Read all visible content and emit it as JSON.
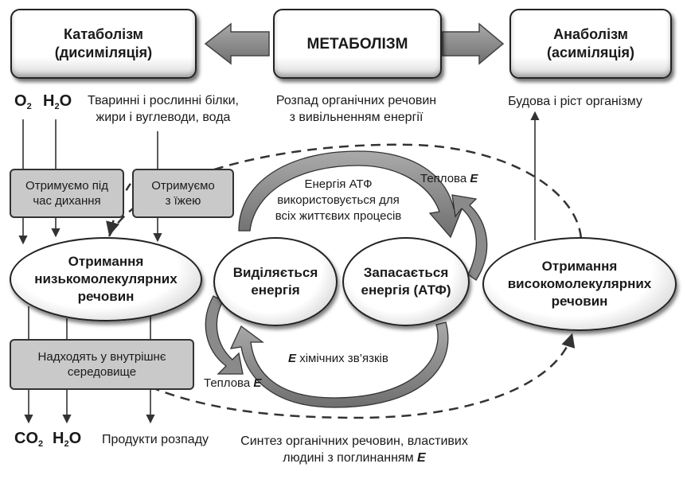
{
  "top": {
    "catabolism": {
      "line1": "Катаболізм",
      "line2": "(дисиміляція)"
    },
    "metabolism": {
      "label": "МЕТАБОЛІЗМ"
    },
    "anabolism": {
      "line1": "Анаболізм",
      "line2": "(асиміляція)"
    }
  },
  "captions": {
    "metabolism_desc": {
      "line1": "Розпад органічних речовин",
      "line2": "з вивільненням енергії"
    },
    "anabolism_desc": "Будова і ріст організму",
    "food_sources": {
      "line1": "Тваринні і рослинні білки,",
      "line2": "жири і вуглеводи, вода"
    }
  },
  "inputs": {
    "o2": {
      "base": "O",
      "sub": "2"
    },
    "h2o": {
      "pre": "H",
      "sub": "2",
      "post": "O"
    }
  },
  "outputs": {
    "co2": {
      "pre": "CO",
      "sub": "2"
    },
    "h2o": {
      "pre": "H",
      "sub": "2",
      "post": "O"
    },
    "decay": "Продукти розпаду"
  },
  "gray_boxes": {
    "breathing": {
      "line1": "Отримуємо під",
      "line2": "час дихання"
    },
    "food": {
      "line1": "Отримуємо",
      "line2": "з їжею"
    },
    "internal": {
      "line1": "Надходять у внутрішнє",
      "line2": "середовище"
    }
  },
  "ovals": {
    "low_molecular": {
      "line1": "Отримання",
      "line2": "низькомолекулярних",
      "line3": "речовин"
    },
    "released": {
      "line1": "Виділяється",
      "line2": "енергія"
    },
    "stored": {
      "line1": "Запасається",
      "line2": "енергія (АТФ)"
    },
    "high_molecular": {
      "line1": "Отримання",
      "line2": "високомолекулярних",
      "line3": "речовин"
    }
  },
  "cycle": {
    "atp_use": {
      "line1": "Енергія АТФ",
      "line2": "використовується для",
      "line3": "всіх життєвих процесів"
    },
    "heat_top": {
      "word": "Теплова",
      "sym": "E"
    },
    "heat_bottom": {
      "word": "Теплова",
      "sym": "E"
    },
    "chem_bonds": {
      "sym": "E",
      "word": "хімічних зв’язків"
    }
  },
  "synthesis": {
    "line1": "Синтез органічних речовин, властивих",
    "line2_pre": "людині з поглинанням",
    "line2_sym": "E"
  },
  "colors": {
    "arrow_fill": "#8a8a8a",
    "arrow_light": "#c4c4c4",
    "gray_box": "#c9c9c9",
    "line": "#333333"
  }
}
